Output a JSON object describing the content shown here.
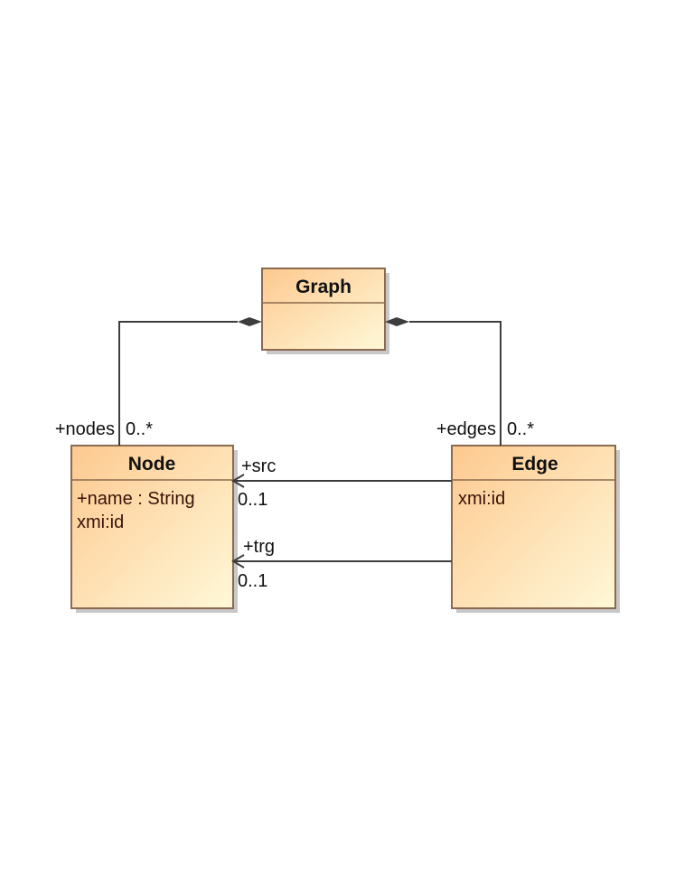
{
  "diagram": {
    "classes": {
      "graph": {
        "name": "Graph",
        "attributes": []
      },
      "node": {
        "name": "Node",
        "attributes": [
          "+name : String",
          "xmi:id"
        ]
      },
      "edge": {
        "name": "Edge",
        "attributes": [
          "xmi:id"
        ]
      }
    },
    "associations": {
      "graph_nodes": {
        "kind": "composition",
        "role": "+nodes",
        "multiplicity": "0..*"
      },
      "graph_edges": {
        "kind": "composition",
        "role": "+edges",
        "multiplicity": "0..*"
      },
      "edge_src": {
        "kind": "navigable-association",
        "role": "+src",
        "multiplicity": "0..1"
      },
      "edge_trg": {
        "kind": "navigable-association",
        "role": "+trg",
        "multiplicity": "0..1"
      }
    }
  },
  "colors": {
    "fill_dark": "#fdc98f",
    "fill_light": "#fff8d8",
    "border": "#8b6a4f",
    "shadow": "#c8c8c8",
    "line": "#3d3d3d"
  }
}
